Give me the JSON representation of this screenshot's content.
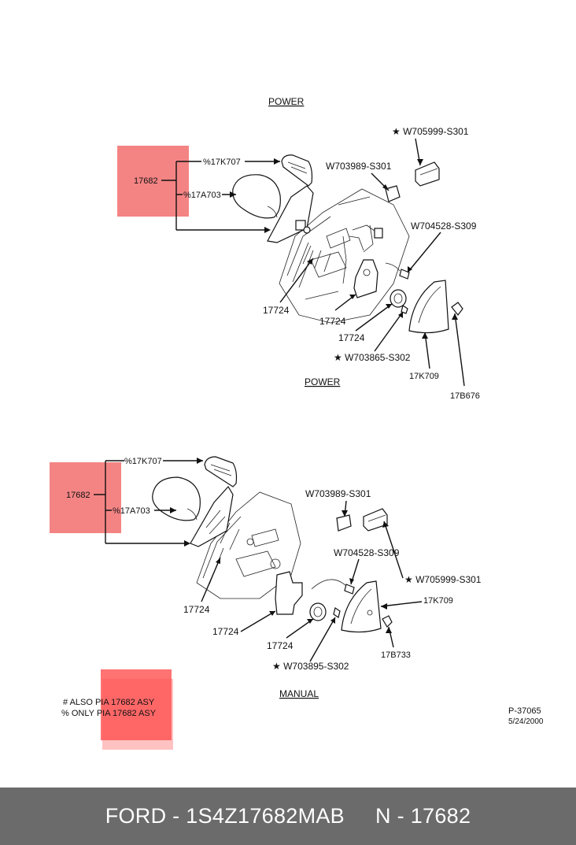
{
  "colors": {
    "highlight": "#f05050",
    "footer_bg": "#6b6b6b",
    "footer_text": "#ffffff"
  },
  "top": {
    "title": "POWER",
    "subtitle": "POWER",
    "assembly": "17682",
    "parts": {
      "glass": "%17K707",
      "housing": "%17A703",
      "screw_cap": "★ W705999-S301",
      "nut": "W703989-S301",
      "bolt": "W704528-S309",
      "harness": "17724",
      "motor": "17724",
      "gasket": "17724",
      "clip": "★ W703865-S302",
      "cover": "17K709",
      "retainer": "17B676"
    }
  },
  "bottom": {
    "title": "MANUAL",
    "assembly": "17682",
    "parts": {
      "glass": "%17K707",
      "housing": "%17A703",
      "nut": "W703989-S301",
      "bolt": "W704528-S309",
      "screw_cap": "★ W705999-S301",
      "cover": "17K709",
      "harness": "17724",
      "motor": "17724",
      "gasket": "17724",
      "retainer": "17B733",
      "clip": "★ W703895-S302"
    }
  },
  "notes": {
    "line1": "# ALSO PIA 17682 ASY",
    "line2": "% ONLY PIA 17682 ASY"
  },
  "drawing_id": "P-37065",
  "drawing_date": "5/24/2000",
  "footer": {
    "brand_part": "FORD - 1S4Z17682MAB",
    "ref": "N - 17682"
  }
}
